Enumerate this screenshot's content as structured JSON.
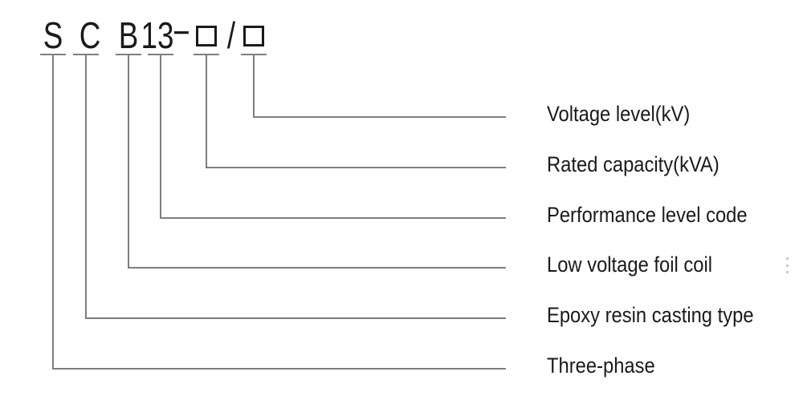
{
  "model_code": {
    "letter_s": "S",
    "letter_c": "C",
    "letter_b": "B",
    "number": "13",
    "dash": "−",
    "slash": "/"
  },
  "annotations": [
    "Voltage level(kV)",
    "Rated capacity(kVA)",
    "Performance level code",
    "Low voltage foil coil",
    "Epoxy resin casting type",
    "Three-phase"
  ],
  "legend_mapping": [
    {
      "code": "second-box",
      "meaning": "Voltage level(kV)"
    },
    {
      "code": "first-box",
      "meaning": "Rated capacity(kVA)"
    },
    {
      "code": "13",
      "meaning": "Performance level code"
    },
    {
      "code": "B",
      "meaning": "Low voltage foil coil"
    },
    {
      "code": "C",
      "meaning": "Epoxy resin casting type"
    },
    {
      "code": "S",
      "meaning": "Three-phase"
    }
  ],
  "colors": {
    "line": "#7e7e7e",
    "text": "#1a1a1a",
    "background": "#ffffff"
  }
}
